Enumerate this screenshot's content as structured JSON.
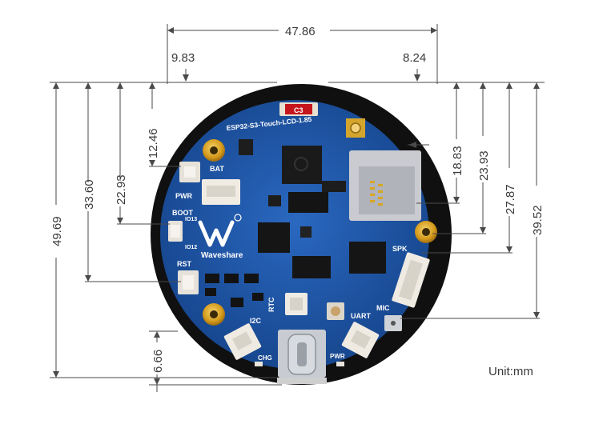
{
  "dimensions": {
    "top_total": "47.86",
    "top_left_offset": "9.83",
    "top_right_offset": "8.24",
    "left_outer": "49.69",
    "left_rst": "33.60",
    "left_boot": "22.93",
    "left_pwr": "12.46",
    "left_bottom": "6.66",
    "right_sd": "18.83",
    "right_hole": "23.93",
    "right_spk": "27.87",
    "right_mic": "39.52"
  },
  "unit_label": "Unit:mm",
  "board": {
    "model": "ESP32-S3-Touch-LCD-1.85",
    "brand": "Waveshare",
    "labels": {
      "bat": "BAT",
      "pwr": "PWR",
      "boot": "BOOT",
      "io13": "IO13",
      "io12": "IO12",
      "rst": "RST",
      "i2c": "I2C",
      "rtc": "RTC",
      "uart": "UART",
      "mic": "MIC",
      "spk": "SPK",
      "chg": "CHG",
      "pwr_led": "PWR"
    }
  },
  "colors": {
    "pcb": "#1f56a8",
    "bezel": "#101010",
    "dim_line": "#4a4a4a",
    "gold": "#d9a520"
  }
}
